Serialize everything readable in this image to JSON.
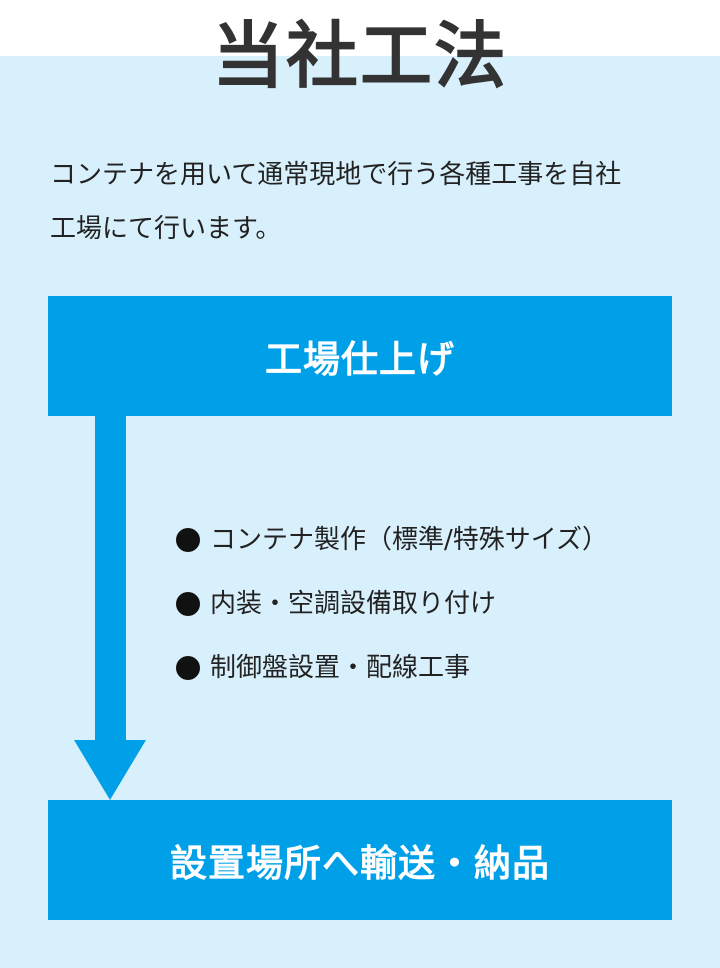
{
  "title": "当社工法",
  "intro": {
    "line1": "コンテナを用いて通常現地で行う各種工事を自社",
    "line2": "工場にて行います。"
  },
  "steps": {
    "start_label": "工場仕上げ",
    "items": [
      "コンテナ製作（標準/特殊サイズ）",
      "内装・空調設備取り付け",
      "制御盤設置・配線工事"
    ],
    "end_label": "設置場所へ輸送・納品"
  },
  "colors": {
    "accent": "#00a0e9",
    "panel_bg": "#d8f0fc",
    "title": "#333333"
  }
}
